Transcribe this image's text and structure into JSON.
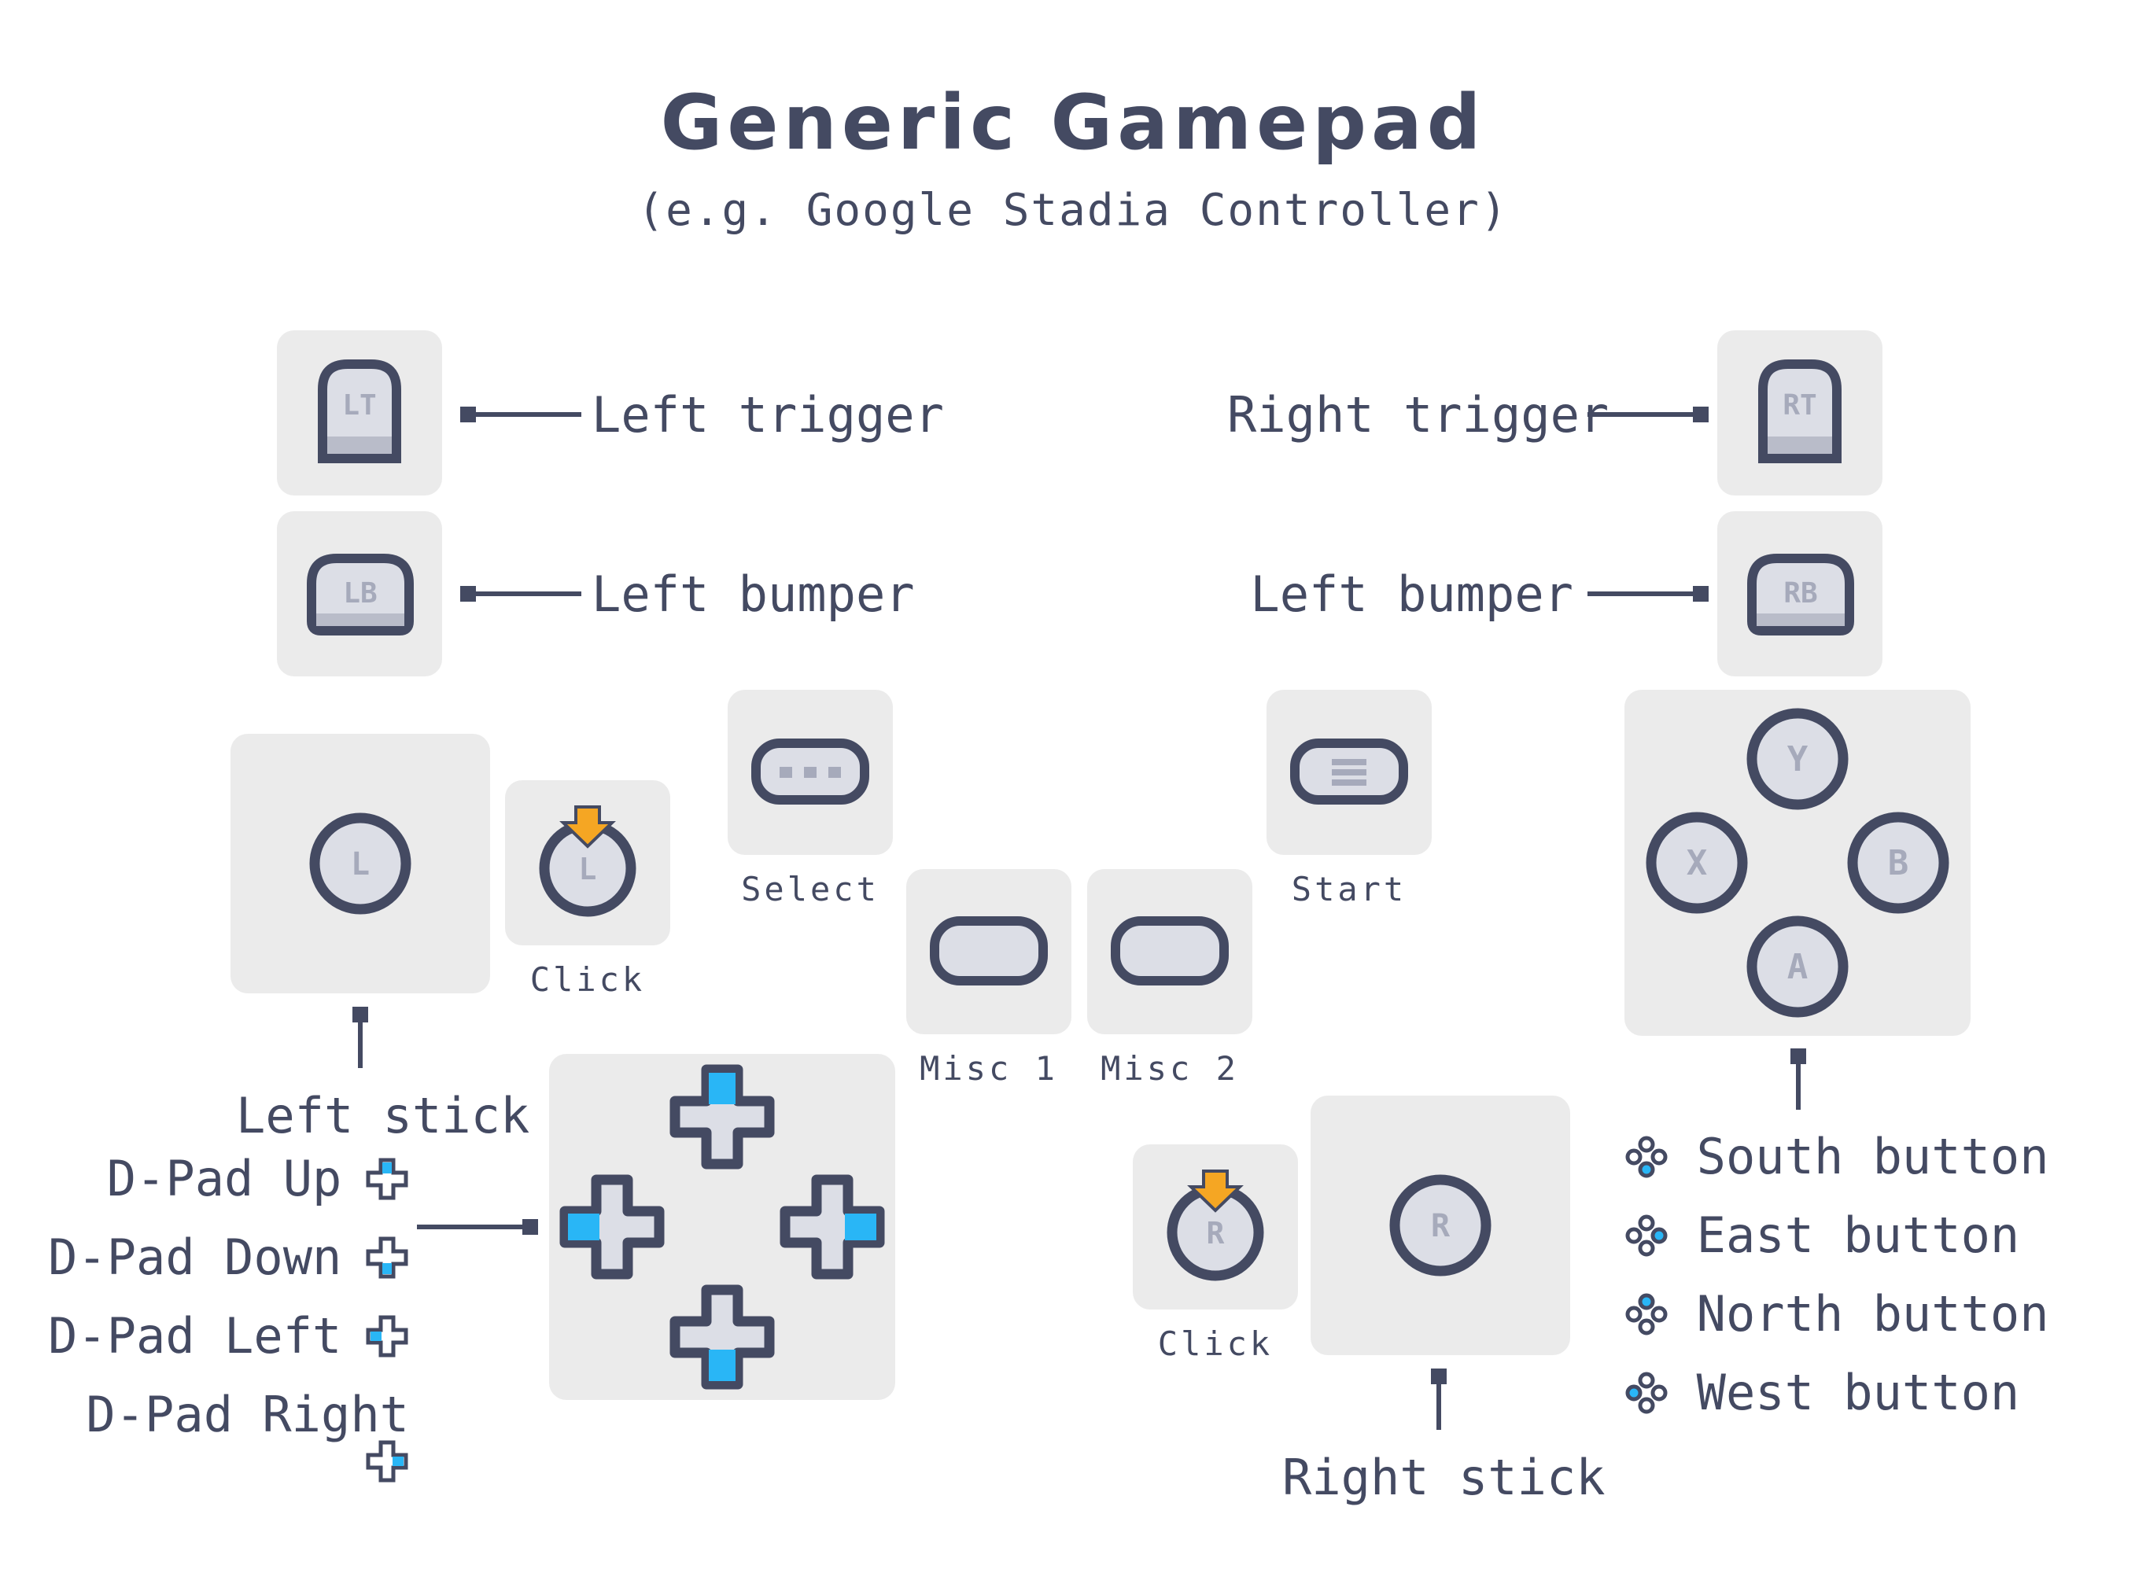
{
  "title": "Generic Gamepad",
  "subtitle": "(e.g. Google Stadia Controller)",
  "colors": {
    "ink": "#444a62",
    "tile": "#ebebeb",
    "button_face": "#dcdee6",
    "button_mark": "#a6aabb",
    "dpad_accent": "#29b6f6",
    "click_accent": "#f5a623"
  },
  "labels": {
    "left_trigger": "Left trigger",
    "left_bumper": "Left bumper",
    "right_trigger": "Right trigger",
    "right_bumper": "Left bumper",
    "left_stick": "Left stick",
    "right_stick": "Right stick",
    "click_left": "Click",
    "click_right": "Click",
    "select": "Select",
    "start": "Start",
    "misc1": "Misc 1",
    "misc2": "Misc 2"
  },
  "button_glyphs": {
    "lt": "LT",
    "rt": "RT",
    "lb": "LB",
    "rb": "RB",
    "left_stick": "L",
    "right_stick": "R",
    "face_y": "Y",
    "face_x": "X",
    "face_b": "B",
    "face_a": "A"
  },
  "dpad_items": [
    {
      "label": "D-Pad Up",
      "icon": "dpad-up-icon"
    },
    {
      "label": "D-Pad Down",
      "icon": "dpad-down-icon"
    },
    {
      "label": "D-Pad Left",
      "icon": "dpad-left-icon"
    },
    {
      "label": "D-Pad Right",
      "icon": "dpad-right-icon"
    }
  ],
  "face_items": [
    {
      "label": "South button",
      "icon": "face-south-icon"
    },
    {
      "label": "East button",
      "icon": "face-east-icon"
    },
    {
      "label": "North button",
      "icon": "face-north-icon"
    },
    {
      "label": "West button",
      "icon": "face-west-icon"
    }
  ]
}
